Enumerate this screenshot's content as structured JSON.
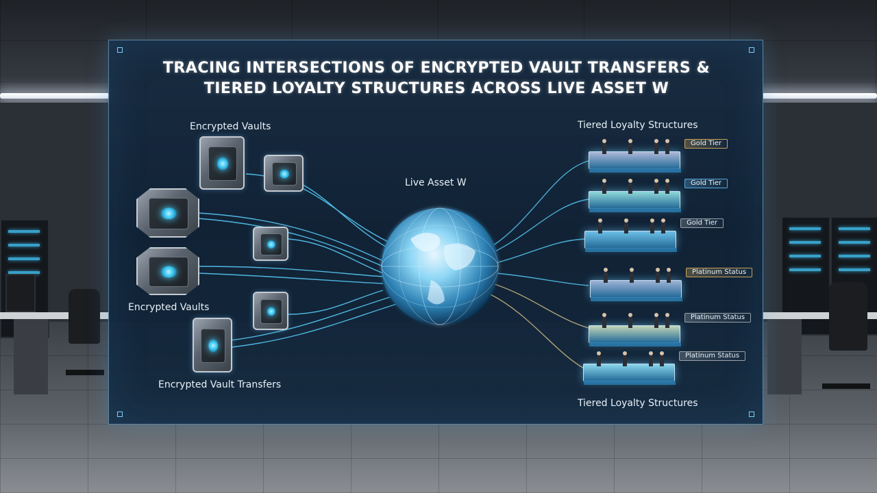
{
  "title": {
    "line1": "TRACING INTERSECTIONS OF ENCRYPTED VAULT TRANSFERS &",
    "line2": "TIERED LOYALTY STRUCTURES ACROSS LIVE ASSET W"
  },
  "left": {
    "label_top": "Encrypted Vaults",
    "label_mid": "Encrypted Vaults",
    "label_bottom": "Encrypted Vault Transfers"
  },
  "center": {
    "label": "Live Asset W"
  },
  "right": {
    "label_top": "Tiered Loyalty Structures",
    "label_bottom": "Tiered Loyalty Structures",
    "tiers": [
      {
        "tag": "Gold Tier",
        "tag_color": "#c9a45a",
        "platform_color": "#aeb8d8"
      },
      {
        "tag": "Gold Tier",
        "tag_color": "#5aa9e0",
        "platform_color": "#8fd8d8"
      },
      {
        "tag": "Gold Tier",
        "tag_color": "#9aa2aa",
        "platform_color": "#6cc0e8"
      },
      {
        "tag": "Platinum Status",
        "tag_color": "#c9a45a",
        "platform_color": "#9fb3d6"
      },
      {
        "tag": "Platinum Status",
        "tag_color": "#9aa2aa",
        "platform_color": "#c3d6b8"
      },
      {
        "tag": "Platinum Status",
        "tag_color": "#9aa2aa",
        "platform_color": "#8ad6ec"
      }
    ]
  },
  "colors": {
    "flow_cyan": "#5ad2ff",
    "flow_gold": "#d9c089",
    "panel_border": "#96cdf0"
  },
  "icons": {
    "vault": "padlock-vault-icon",
    "globe": "globe-icon",
    "person": "person-icon"
  }
}
